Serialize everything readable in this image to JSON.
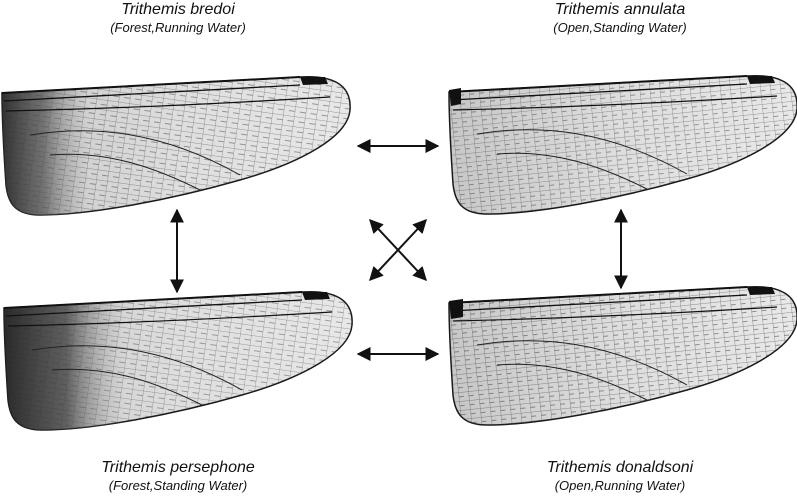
{
  "wings": [
    {
      "id": "bredoi",
      "species": "Trithemis bredoi",
      "habitat": "(Forest,Running Water)"
    },
    {
      "id": "annulata",
      "species": "Trithemis annulata",
      "habitat": "(Open,Standing Water)"
    },
    {
      "id": "persephone",
      "species": "Trithemis persephone",
      "habitat": "(Forest,Standing Water)"
    },
    {
      "id": "donaldsoni",
      "species": "Trithemis donaldsoni",
      "habitat": "(Open,Running Water)"
    }
  ],
  "arrows": [
    {
      "from": "bredoi",
      "to": "annulata"
    },
    {
      "from": "persephone",
      "to": "donaldsoni"
    },
    {
      "from": "bredoi",
      "to": "persephone"
    },
    {
      "from": "annulata",
      "to": "donaldsoni"
    },
    {
      "from": "bredoi",
      "to": "donaldsoni"
    },
    {
      "from": "annulata",
      "to": "persephone"
    }
  ],
  "colors": {
    "wing_membrane": "#d9d9d9",
    "vein": "#1a1a1a",
    "pterostigma": "#111111",
    "forest_base_shading": "#3a3a3a",
    "arrow": "#111111"
  }
}
